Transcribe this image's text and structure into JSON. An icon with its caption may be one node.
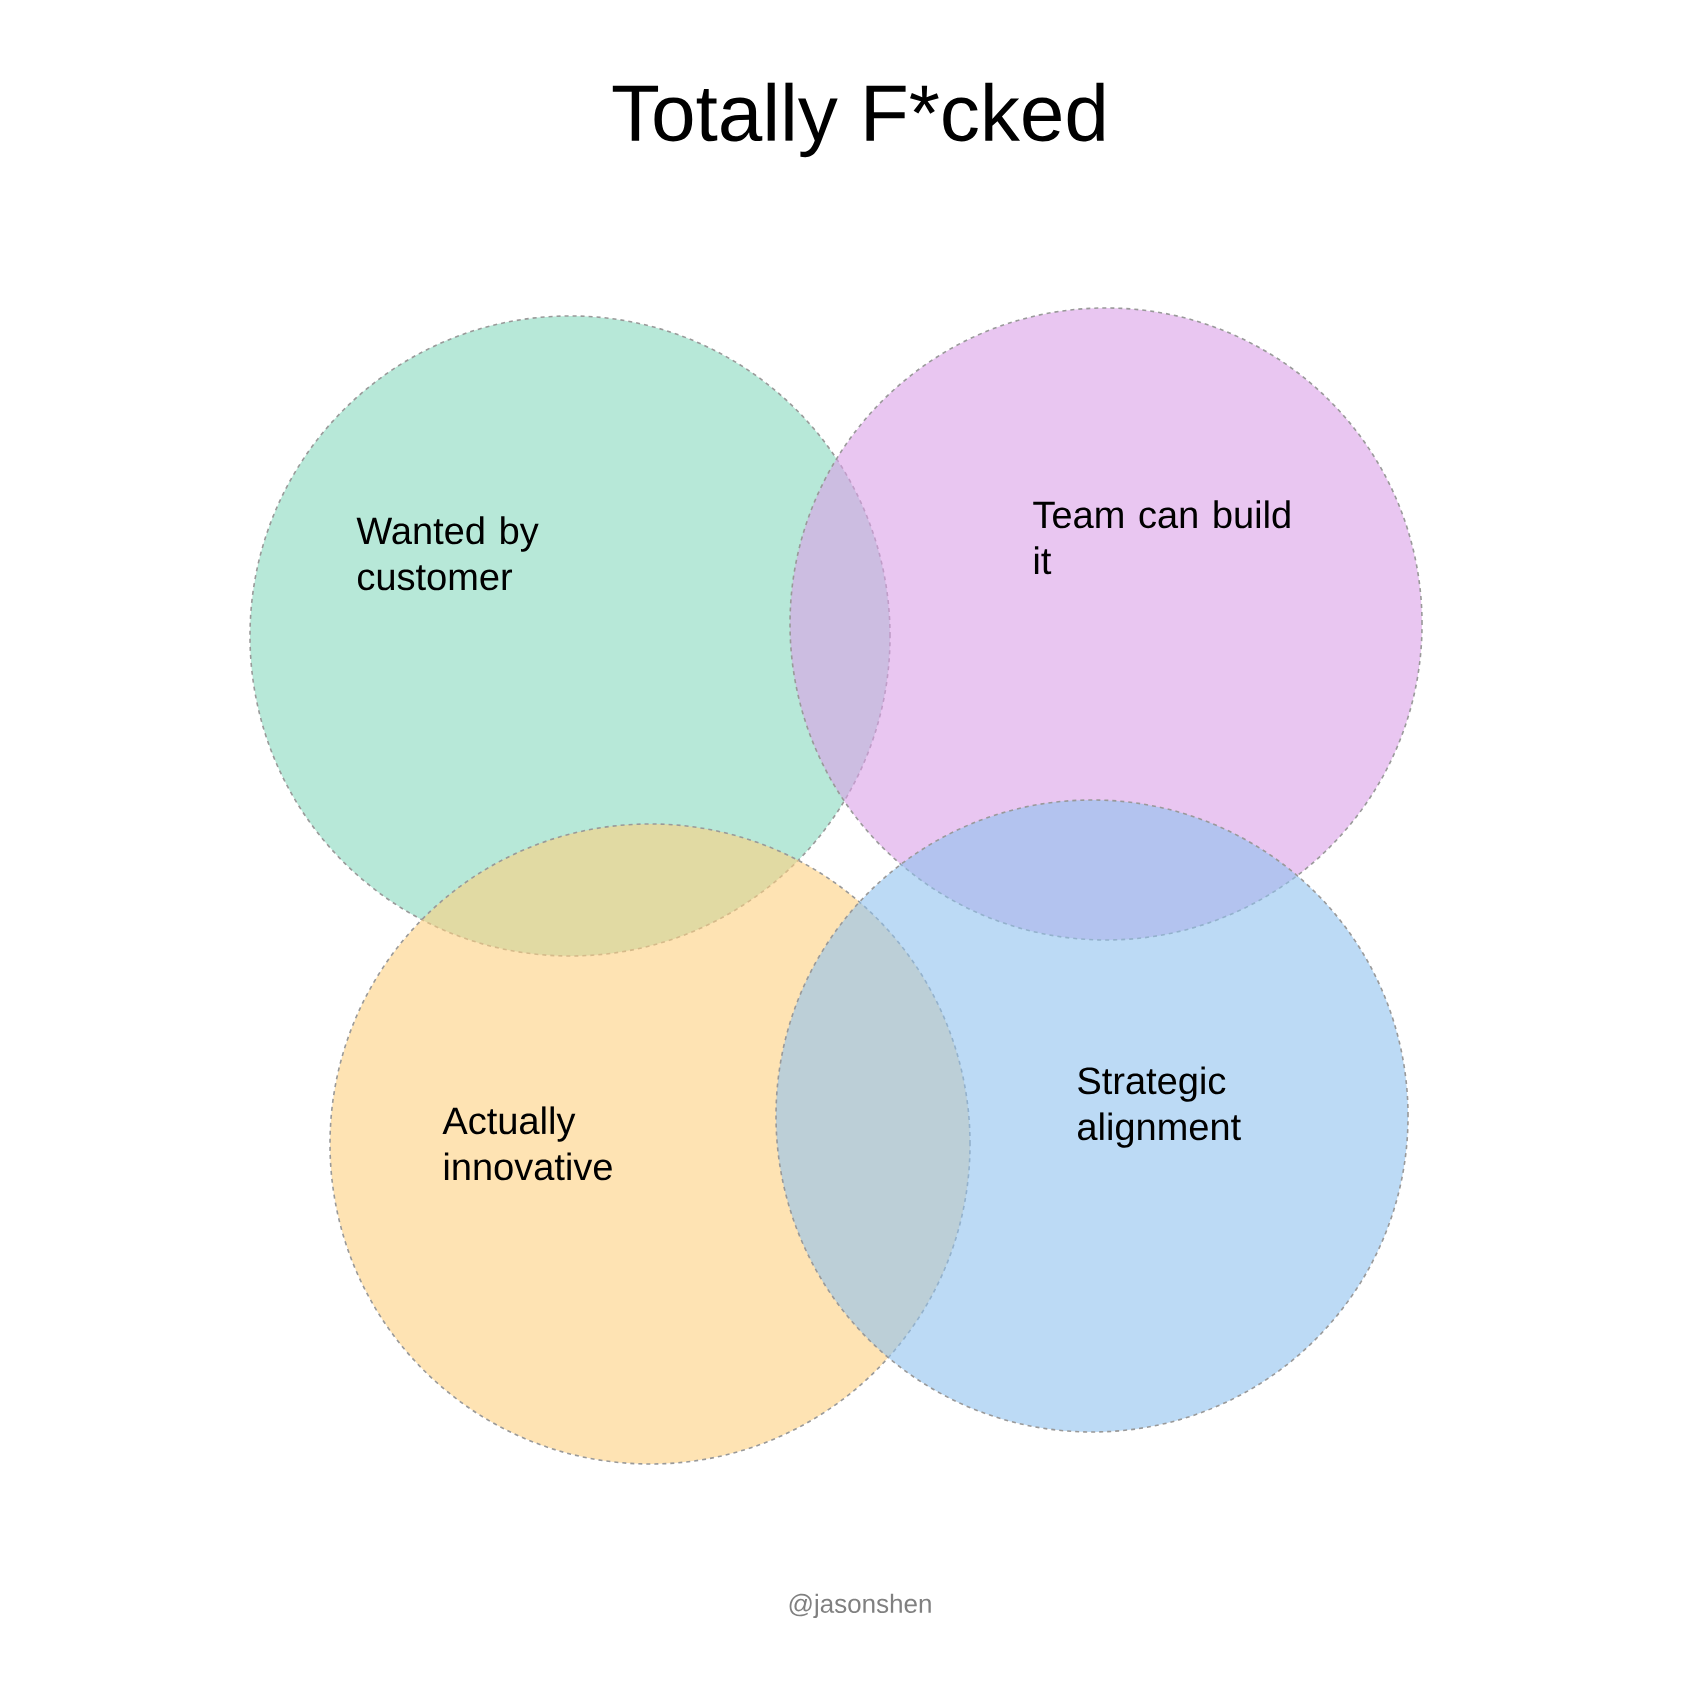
{
  "diagram": {
    "title": "Totally F*cked",
    "nodes": [
      {
        "text": [
          "Wanted by customer"
        ]
      },
      {
        "text": [
          "Team can build it"
        ]
      },
      {
        "text": [
          "Actually innovative"
        ]
      },
      {
        "text": [
          "Strategic alignment"
        ]
      }
    ],
    "labels": [
      "@jasonshen"
    ]
  }
}
